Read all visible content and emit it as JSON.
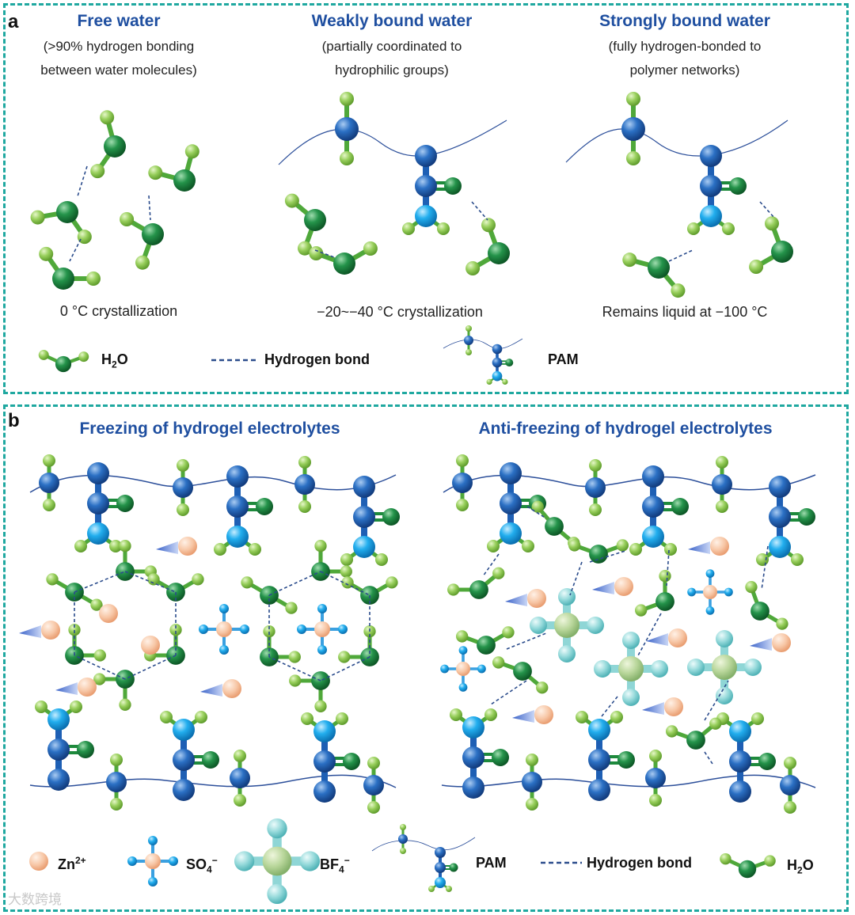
{
  "panel_a": {
    "label": "a",
    "columns": [
      {
        "title": "Free water",
        "subtitle_1": "(>90% hydrogen bonding",
        "subtitle_2": "between water molecules)",
        "temperature": "0 °C crystallization"
      },
      {
        "title": "Weakly bound water",
        "subtitle_1": "(partially coordinated to",
        "subtitle_2": "hydrophilic groups)",
        "temperature": "−20~−40 °C crystallization"
      },
      {
        "title": "Strongly bound water",
        "subtitle_1": "(fully hydrogen-bonded to",
        "subtitle_2": "polymer networks)",
        "temperature": "Remains liquid at −100 °C"
      }
    ],
    "legend": {
      "h2o_main": "H",
      "h2o_sub": "2",
      "h2o_tail": "O",
      "hbond": "Hydrogen bond",
      "pam": "PAM"
    }
  },
  "panel_b": {
    "label": "b",
    "left_title": "Freezing of hydrogel electrolytes",
    "right_title": "Anti-freezing of hydrogel electrolytes",
    "legend": {
      "zn_main": "Zn",
      "zn_sup": "2+",
      "so4_main": "SO",
      "so4_sub": "4",
      "so4_sup": "−",
      "bf4_main": "BF",
      "bf4_sub": "4",
      "bf4_sup": "−",
      "pam": "PAM",
      "hbond": "Hydrogen bond",
      "h2o_main": "H",
      "h2o_sub": "2",
      "h2o_tail": "O"
    }
  },
  "watermark": "大数跨境",
  "colors": {
    "frame": "#1fa8a0",
    "title": "#1f4fa0",
    "pam_blue": "#1e5fb4",
    "amine_blue": "#1aa3e8",
    "water_green": "#1e8a3c",
    "hydrogen_green": "#8cc84b",
    "zinc": "#f6c2a0",
    "bf4": "#8fd6d6",
    "hbond": "#2b4c8c"
  }
}
